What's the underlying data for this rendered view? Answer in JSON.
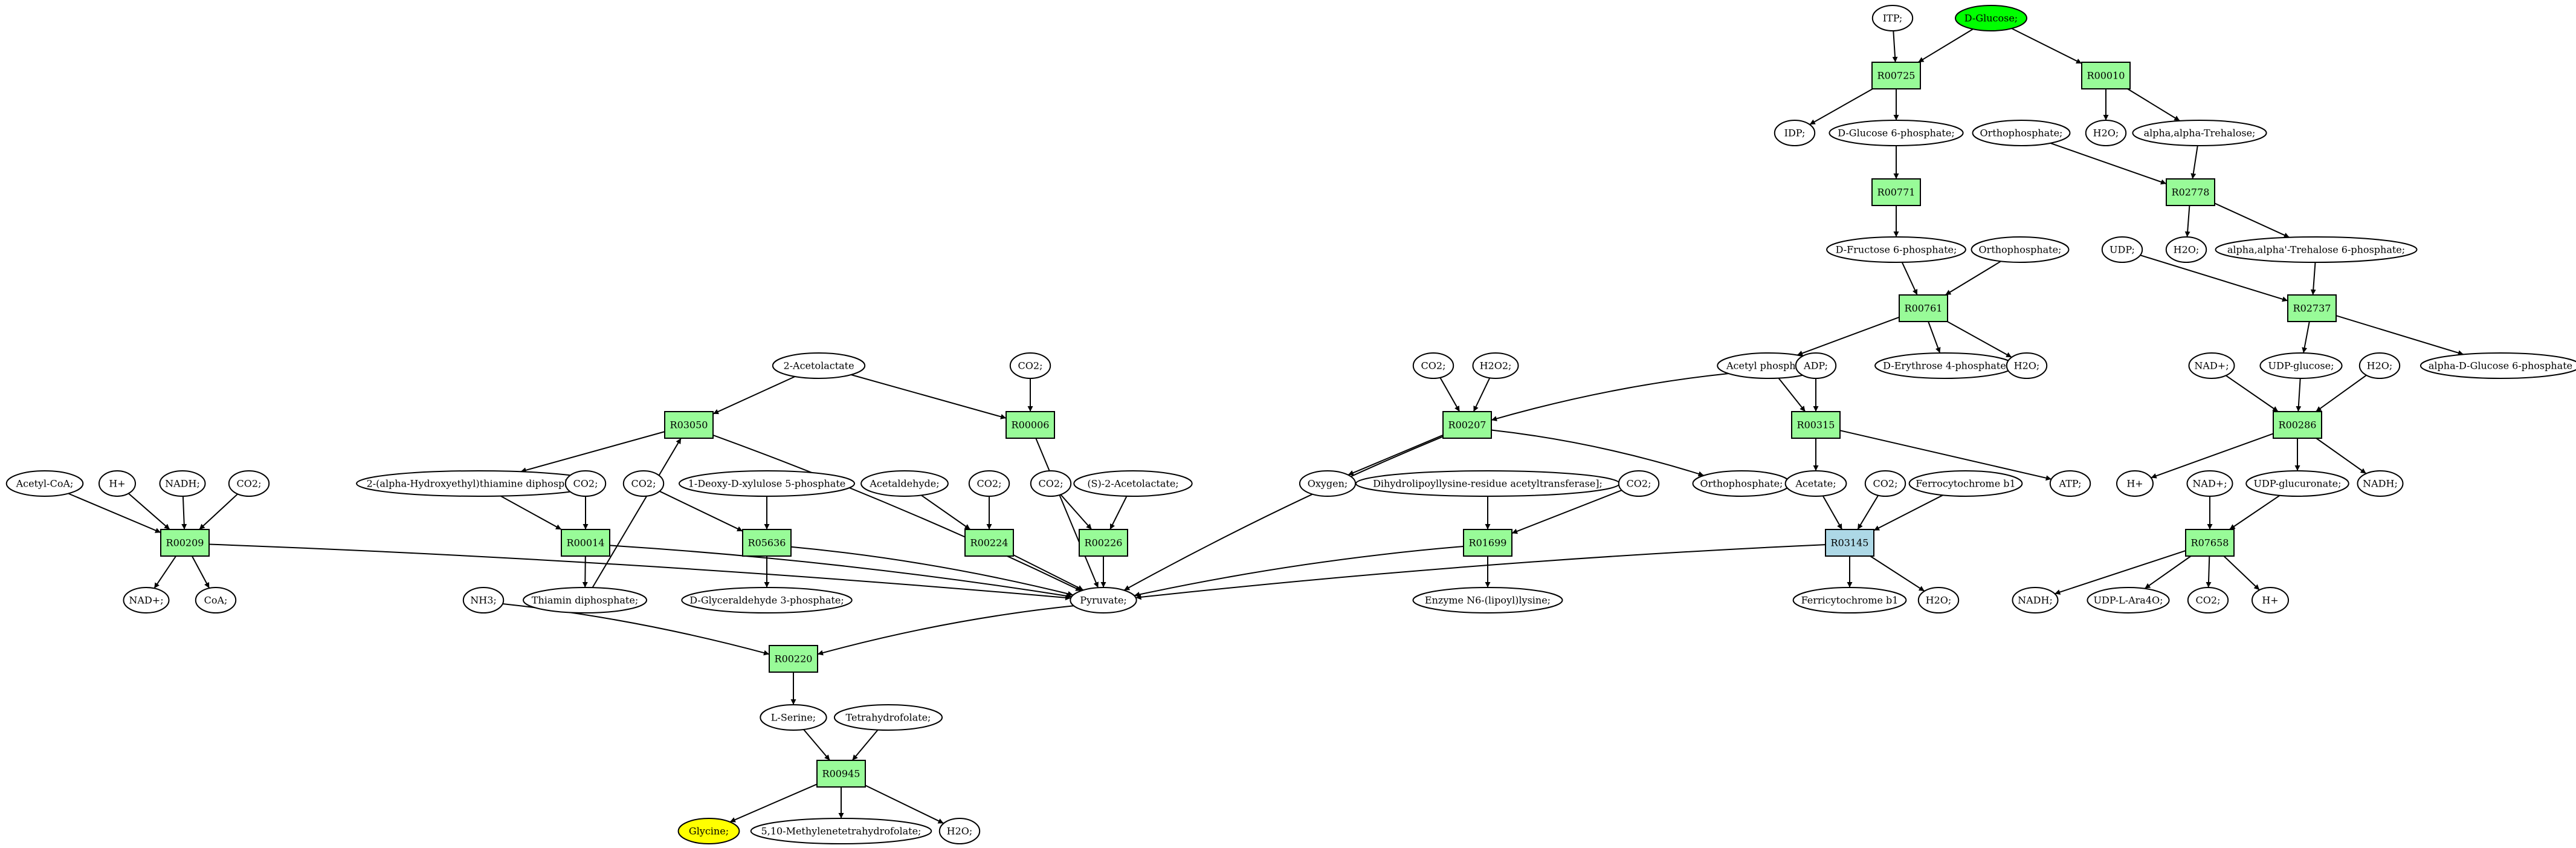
{
  "colors": {
    "reaction": "#98FB98",
    "reaction_highlight": "#ADD8E6",
    "metabolite": "#FFFFFF",
    "source": "#00FF00",
    "target": "#FFFF00",
    "edge": "#000000"
  },
  "nodes": {
    "itp": {
      "label": "ITP;",
      "kind": "metabolite"
    },
    "dglucose": {
      "label": "D-Glucose;",
      "kind": "source"
    },
    "r00725": {
      "label": "R00725",
      "kind": "reaction"
    },
    "r00010": {
      "label": "R00010",
      "kind": "reaction"
    },
    "idp": {
      "label": "IDP;",
      "kind": "metabolite"
    },
    "g6p": {
      "label": "D-Glucose 6-phosphate;",
      "kind": "metabolite"
    },
    "pi_top": {
      "label": "Orthophosphate;",
      "kind": "metabolite"
    },
    "h2o_a": {
      "label": "H2O;",
      "kind": "metabolite"
    },
    "trehalose": {
      "label": "alpha,alpha-Trehalose;",
      "kind": "metabolite"
    },
    "r00771": {
      "label": "R00771",
      "kind": "reaction"
    },
    "r02778": {
      "label": "R02778",
      "kind": "reaction"
    },
    "f6p": {
      "label": "D-Fructose 6-phosphate;",
      "kind": "metabolite"
    },
    "pi_mid": {
      "label": "Orthophosphate;",
      "kind": "metabolite"
    },
    "h2o_b": {
      "label": "H2O;",
      "kind": "metabolite"
    },
    "t6p": {
      "label": "alpha,alpha'-Trehalose 6-phosphate;",
      "kind": "metabolite"
    },
    "udp_top": {
      "label": "UDP;",
      "kind": "metabolite"
    },
    "r00761": {
      "label": "R00761",
      "kind": "reaction"
    },
    "r02737": {
      "label": "R02737",
      "kind": "reaction"
    },
    "acetate_rr": {
      "label": "2-Acetolactate",
      "kind": "metabolite"
    },
    "co2_r6": {
      "label": "CO2;",
      "kind": "metabolite"
    },
    "co2_r207": {
      "label": "CO2;",
      "kind": "metabolite"
    },
    "h2o2": {
      "label": "H2O2;",
      "kind": "metabolite"
    },
    "acetylp": {
      "label": "Acetyl phosphate",
      "kind": "metabolite"
    },
    "adp": {
      "label": "ADP;",
      "kind": "metabolite"
    },
    "e4p": {
      "label": "D-Erythrose 4-phosphate",
      "kind": "metabolite"
    },
    "h2o_c": {
      "label": "H2O;",
      "kind": "metabolite"
    },
    "nad_r286": {
      "label": "NAD+;",
      "kind": "metabolite"
    },
    "udpglucose": {
      "label": "UDP-glucose;",
      "kind": "metabolite"
    },
    "h2o_d": {
      "label": "H2O;",
      "kind": "metabolite"
    },
    "a_d_g6p": {
      "label": "alpha-D-Glucose 6-phosphate",
      "kind": "metabolite"
    },
    "r03050": {
      "label": "R03050",
      "kind": "reaction"
    },
    "r00006": {
      "label": "R00006",
      "kind": "reaction"
    },
    "r00207": {
      "label": "R00207",
      "kind": "reaction"
    },
    "r00315": {
      "label": "R00315",
      "kind": "reaction"
    },
    "r00286": {
      "label": "R00286",
      "kind": "reaction"
    },
    "acetylcoa": {
      "label": "Acetyl-CoA;",
      "kind": "metabolite"
    },
    "hplus_a": {
      "label": "H+",
      "kind": "metabolite"
    },
    "nadh_a": {
      "label": "NADH;",
      "kind": "metabolite"
    },
    "co2_a": {
      "label": "CO2;",
      "kind": "metabolite"
    },
    "hetpp": {
      "label": "2-(alpha-Hydroxyethyl)thiamine diphosphate;",
      "kind": "metabolite"
    },
    "co2_b": {
      "label": "CO2;",
      "kind": "metabolite"
    },
    "co2_c": {
      "label": "CO2;",
      "kind": "metabolite"
    },
    "dxp": {
      "label": "1-Deoxy-D-xylulose 5-phosphate",
      "kind": "metabolite"
    },
    "acetaldehyde": {
      "label": "Acetaldehyde;",
      "kind": "metabolite"
    },
    "co2_d": {
      "label": "CO2;",
      "kind": "metabolite"
    },
    "co2_e": {
      "label": "CO2;",
      "kind": "metabolite"
    },
    "s_acetolactate": {
      "label": "(S)-2-Acetolactate;",
      "kind": "metabolite"
    },
    "oxygen": {
      "label": "Oxygen;",
      "kind": "metabolite"
    },
    "dlt": {
      "label": "Dihydrolipoyllysine-residue acetyltransferase];",
      "kind": "metabolite"
    },
    "co2_f": {
      "label": "CO2;",
      "kind": "metabolite"
    },
    "pi_low": {
      "label": "Orthophosphate;",
      "kind": "metabolite"
    },
    "acetate": {
      "label": "Acetate;",
      "kind": "metabolite"
    },
    "co2_g": {
      "label": "CO2;",
      "kind": "metabolite"
    },
    "ferro": {
      "label": "Ferrocytochrome b1",
      "kind": "metabolite"
    },
    "atp": {
      "label": "ATP;",
      "kind": "metabolite"
    },
    "hplus_b": {
      "label": "H+",
      "kind": "metabolite"
    },
    "nad_r7658": {
      "label": "NAD+;",
      "kind": "metabolite"
    },
    "udpglucuronate": {
      "label": "UDP-glucuronate;",
      "kind": "metabolite"
    },
    "nadh_b": {
      "label": "NADH;",
      "kind": "metabolite"
    },
    "r00209": {
      "label": "R00209",
      "kind": "reaction"
    },
    "r00014": {
      "label": "R00014",
      "kind": "reaction"
    },
    "r05636": {
      "label": "R05636",
      "kind": "reaction"
    },
    "r00224": {
      "label": "R00224",
      "kind": "reaction"
    },
    "r00226": {
      "label": "R00226",
      "kind": "reaction"
    },
    "r01699": {
      "label": "R01699",
      "kind": "reaction"
    },
    "r03145": {
      "label": "R03145",
      "kind": "reaction_highlight"
    },
    "r07658": {
      "label": "R07658",
      "kind": "reaction"
    },
    "nad_a": {
      "label": "NAD+;",
      "kind": "metabolite"
    },
    "coa": {
      "label": "CoA;",
      "kind": "metabolite"
    },
    "nh3": {
      "label": "NH3;",
      "kind": "metabolite"
    },
    "thiamin": {
      "label": "Thiamin diphosphate;",
      "kind": "metabolite"
    },
    "g3p": {
      "label": "D-Glyceraldehyde 3-phosphate;",
      "kind": "metabolite"
    },
    "pyruvate": {
      "label": "Pyruvate;",
      "kind": "metabolite"
    },
    "lipoyl": {
      "label": "Enzyme N6-(lipoyl)lysine;",
      "kind": "metabolite"
    },
    "ferri": {
      "label": "Ferricytochrome b1",
      "kind": "metabolite"
    },
    "h2o_e": {
      "label": "H2O;",
      "kind": "metabolite"
    },
    "nadh_c": {
      "label": "NADH;",
      "kind": "metabolite"
    },
    "udp_ara": {
      "label": "UDP-L-Ara4O;",
      "kind": "metabolite"
    },
    "co2_h": {
      "label": "CO2;",
      "kind": "metabolite"
    },
    "hplus_c": {
      "label": "H+",
      "kind": "metabolite"
    },
    "r00220": {
      "label": "R00220",
      "kind": "reaction"
    },
    "lserine": {
      "label": "L-Serine;",
      "kind": "metabolite"
    },
    "thf": {
      "label": "Tetrahydrofolate;",
      "kind": "metabolite"
    },
    "r00945": {
      "label": "R00945",
      "kind": "reaction"
    },
    "glycine": {
      "label": "Glycine;",
      "kind": "target"
    },
    "methylene_thf": {
      "label": "5,10-Methylenetetrahydrofolate;",
      "kind": "metabolite"
    },
    "h2o_f": {
      "label": "H2O;",
      "kind": "metabolite"
    }
  },
  "edges": [
    [
      "itp",
      "r00725"
    ],
    [
      "dglucose",
      "r00725"
    ],
    [
      "dglucose",
      "r00010"
    ],
    [
      "r00725",
      "idp"
    ],
    [
      "r00725",
      "g6p"
    ],
    [
      "r00010",
      "h2o_a"
    ],
    [
      "r00010",
      "trehalose"
    ],
    [
      "g6p",
      "r00771"
    ],
    [
      "r00771",
      "f6p"
    ],
    [
      "pi_top",
      "r02778"
    ],
    [
      "trehalose",
      "r02778"
    ],
    [
      "r02778",
      "h2o_b"
    ],
    [
      "r02778",
      "t6p"
    ],
    [
      "f6p",
      "r00761"
    ],
    [
      "pi_mid",
      "r00761"
    ],
    [
      "r00761",
      "acetylp"
    ],
    [
      "r00761",
      "e4p"
    ],
    [
      "r00761",
      "h2o_c"
    ],
    [
      "udp_top",
      "r02737"
    ],
    [
      "t6p",
      "r02737"
    ],
    [
      "r02737",
      "udpglucose"
    ],
    [
      "r02737",
      "a_d_g6p"
    ],
    [
      "acetate_rr",
      "r03050"
    ],
    [
      "acetate_rr",
      "r00006"
    ],
    [
      "co2_r6",
      "r00006"
    ],
    [
      "co2_r207",
      "r00207"
    ],
    [
      "h2o2",
      "r00207"
    ],
    [
      "acetylp",
      "r00207"
    ],
    [
      "acetylp",
      "r00315"
    ],
    [
      "adp",
      "r00315"
    ],
    [
      "nad_r286",
      "r00286"
    ],
    [
      "udpglucose",
      "r00286"
    ],
    [
      "h2o_d",
      "r00286"
    ],
    [
      "r03050",
      "hetpp"
    ],
    [
      "r03050",
      "pyruvate"
    ],
    [
      "thiamin",
      "r03050"
    ],
    [
      "r00006",
      "pyruvate"
    ],
    [
      "r00207",
      "oxygen"
    ],
    [
      "r00207",
      "pi_low"
    ],
    [
      "r00207",
      "pyruvate"
    ],
    [
      "r00315",
      "acetate"
    ],
    [
      "r00315",
      "atp"
    ],
    [
      "r00286",
      "hplus_b"
    ],
    [
      "r00286",
      "udpglucuronate"
    ],
    [
      "r00286",
      "nadh_b"
    ],
    [
      "acetylcoa",
      "r00209"
    ],
    [
      "hplus_a",
      "r00209"
    ],
    [
      "nadh_a",
      "r00209"
    ],
    [
      "co2_a",
      "r00209"
    ],
    [
      "hetpp",
      "r00014"
    ],
    [
      "co2_b",
      "r00014"
    ],
    [
      "co2_c",
      "r05636"
    ],
    [
      "dxp",
      "r05636"
    ],
    [
      "acetaldehyde",
      "r00224"
    ],
    [
      "co2_d",
      "r00224"
    ],
    [
      "co2_e",
      "r00226"
    ],
    [
      "s_acetolactate",
      "r00226"
    ],
    [
      "dlt",
      "r01699"
    ],
    [
      "co2_f",
      "r01699"
    ],
    [
      "acetate",
      "r03145"
    ],
    [
      "co2_g",
      "r03145"
    ],
    [
      "ferro",
      "r03145"
    ],
    [
      "nad_r7658",
      "r07658"
    ],
    [
      "udpglucuronate",
      "r07658"
    ],
    [
      "r00209",
      "nad_a"
    ],
    [
      "r00209",
      "coa"
    ],
    [
      "r00209",
      "pyruvate"
    ],
    [
      "r00014",
      "thiamin"
    ],
    [
      "r00014",
      "pyruvate"
    ],
    [
      "r05636",
      "g3p"
    ],
    [
      "r05636",
      "pyruvate"
    ],
    [
      "r00224",
      "pyruvate"
    ],
    [
      "r00226",
      "pyruvate"
    ],
    [
      "r01699",
      "lipoyl"
    ],
    [
      "r01699",
      "pyruvate"
    ],
    [
      "r03145",
      "ferri"
    ],
    [
      "r03145",
      "h2o_e"
    ],
    [
      "r03145",
      "pyruvate"
    ],
    [
      "r07658",
      "nadh_c"
    ],
    [
      "r07658",
      "udp_ara"
    ],
    [
      "r07658",
      "co2_h"
    ],
    [
      "r07658",
      "hplus_c"
    ],
    [
      "nh3",
      "r00220"
    ],
    [
      "pyruvate",
      "r00220"
    ],
    [
      "r00220",
      "lserine"
    ],
    [
      "lserine",
      "r00945"
    ],
    [
      "thf",
      "r00945"
    ],
    [
      "r00945",
      "glycine"
    ],
    [
      "r00945",
      "methylene_thf"
    ],
    [
      "r00945",
      "h2o_f"
    ]
  ]
}
